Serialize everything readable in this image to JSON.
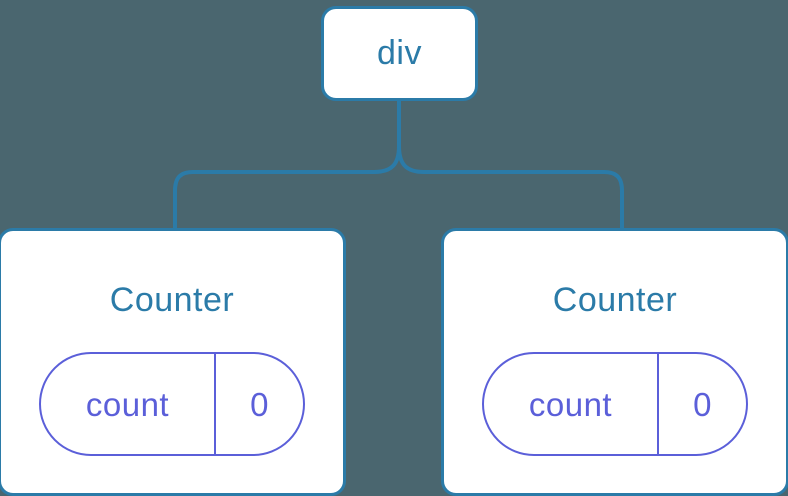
{
  "diagram": {
    "type": "component-tree",
    "background_color": "#4a666f",
    "node_border_color": "#2b7ba8",
    "node_title_color": "#2b7ba8",
    "state_color": "#5b5fd9",
    "edge_color": "#2b7ba8"
  },
  "root": {
    "label": "div"
  },
  "children": [
    {
      "label": "Counter",
      "state": {
        "key": "count",
        "value": "0"
      }
    },
    {
      "label": "Counter",
      "state": {
        "key": "count",
        "value": "0"
      }
    }
  ]
}
